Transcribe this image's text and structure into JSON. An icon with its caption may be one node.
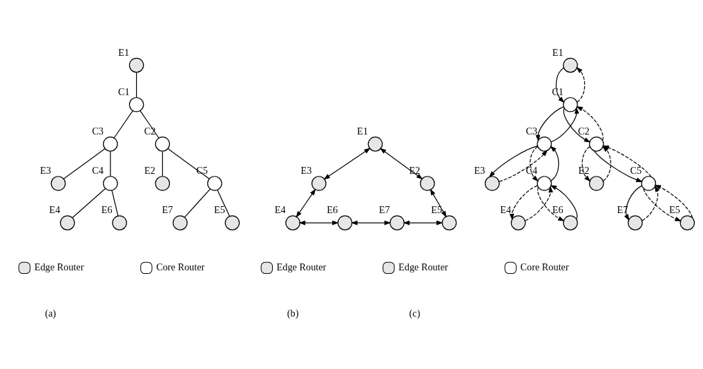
{
  "diagram": {
    "nodes": [
      {
        "text": [],
        "shape": "circle",
        "beside": [
          "E1"
        ]
      },
      {
        "text": [],
        "shape": "circle",
        "beside": [
          "C1"
        ]
      },
      {
        "text": [],
        "shape": "circle",
        "beside": [
          "C3"
        ]
      },
      {
        "text": [],
        "shape": "circle",
        "beside": [
          "C2"
        ]
      },
      {
        "text": [],
        "shape": "circle",
        "beside": [
          "E3"
        ]
      },
      {
        "text": [],
        "shape": "circle",
        "beside": [
          "E2"
        ]
      },
      {
        "text": [],
        "shape": "circle",
        "beside": [
          "C4"
        ]
      },
      {
        "text": [],
        "shape": "circle",
        "beside": [
          "C5"
        ]
      },
      {
        "text": [],
        "shape": "circle",
        "beside": [
          "E4"
        ]
      },
      {
        "text": [],
        "shape": "circle",
        "beside": [
          "E6"
        ]
      },
      {
        "text": [],
        "shape": "circle",
        "beside": [
          "E7"
        ]
      },
      {
        "text": [],
        "shape": "circle",
        "beside": [
          "E5"
        ]
      },
      {
        "text": [],
        "shape": "circle",
        "beside": [
          "E1"
        ]
      },
      {
        "text": [],
        "shape": "circle",
        "beside": [
          "E3"
        ]
      },
      {
        "text": [],
        "shape": "circle",
        "beside": [
          "E2"
        ]
      },
      {
        "text": [],
        "shape": "circle",
        "beside": [
          "E4"
        ]
      },
      {
        "text": [],
        "shape": "circle",
        "beside": [
          "E6"
        ]
      },
      {
        "text": [],
        "shape": "circle",
        "beside": [
          "E7"
        ]
      },
      {
        "text": [],
        "shape": "circle",
        "beside": [
          "E5"
        ]
      },
      {
        "text": [],
        "shape": "circle",
        "beside": [
          "E1"
        ]
      },
      {
        "text": [],
        "shape": "circle",
        "beside": [
          "C1"
        ]
      },
      {
        "text": [],
        "shape": "circle",
        "beside": [
          "C3"
        ]
      },
      {
        "text": [],
        "shape": "circle",
        "beside": [
          "C2"
        ]
      },
      {
        "text": [],
        "shape": "circle",
        "beside": [
          "E3"
        ]
      },
      {
        "text": [],
        "shape": "circle",
        "beside": [
          "E2"
        ]
      },
      {
        "text": [],
        "shape": "circle",
        "beside": [
          "C4"
        ]
      },
      {
        "text": [],
        "shape": "circle",
        "beside": [
          "C5"
        ]
      },
      {
        "text": [],
        "shape": "circle",
        "beside": [
          "E4"
        ]
      },
      {
        "text": [],
        "shape": "circle",
        "beside": [
          "E6"
        ]
      },
      {
        "text": [],
        "shape": "circle",
        "beside": [
          "E7"
        ]
      },
      {
        "text": [],
        "shape": "circle",
        "beside": [
          "E5"
        ]
      }
    ],
    "edges": [
      {
        "from": 0,
        "to": 1,
        "arrow": "none"
      },
      {
        "from": 1,
        "to": 2,
        "arrow": "none"
      },
      {
        "from": 1,
        "to": 3,
        "arrow": "none"
      },
      {
        "from": 2,
        "to": 4,
        "arrow": "none"
      },
      {
        "from": 2,
        "to": 6,
        "arrow": "none"
      },
      {
        "from": 3,
        "to": 5,
        "arrow": "none"
      },
      {
        "from": 3,
        "to": 7,
        "arrow": "none"
      },
      {
        "from": 6,
        "to": 8,
        "arrow": "none"
      },
      {
        "from": 6,
        "to": 9,
        "arrow": "none"
      },
      {
        "from": 7,
        "to": 10,
        "arrow": "none"
      },
      {
        "from": 7,
        "to": 11,
        "arrow": "none"
      },
      {
        "from": 12,
        "to": 13,
        "arrow": "both"
      },
      {
        "from": 12,
        "to": 14,
        "arrow": "both"
      },
      {
        "from": 13,
        "to": 15,
        "arrow": "both"
      },
      {
        "from": 15,
        "to": 16,
        "arrow": "both"
      },
      {
        "from": 16,
        "to": 17,
        "arrow": "both"
      },
      {
        "from": 14,
        "to": 18,
        "arrow": "both"
      },
      {
        "from": 17,
        "to": 18,
        "arrow": "both"
      },
      {
        "from": 19,
        "to": 20,
        "arrow": "to"
      },
      {
        "from": 20,
        "to": 19,
        "arrow": "to",
        "style": "dashed"
      },
      {
        "from": 20,
        "to": 21,
        "arrow": "to"
      },
      {
        "from": 21,
        "to": 20,
        "arrow": "to"
      },
      {
        "from": 20,
        "to": 22,
        "arrow": "to"
      },
      {
        "from": 22,
        "to": 20,
        "arrow": "to",
        "style": "dashed"
      },
      {
        "from": 21,
        "to": 23,
        "arrow": "to"
      },
      {
        "from": 23,
        "to": 21,
        "arrow": "to",
        "style": "dashed"
      },
      {
        "from": 21,
        "to": 25,
        "arrow": "to",
        "style": "dashed"
      },
      {
        "from": 25,
        "to": 21,
        "arrow": "to"
      },
      {
        "from": 22,
        "to": 24,
        "arrow": "to",
        "style": "dashed"
      },
      {
        "from": 24,
        "to": 22,
        "arrow": "to",
        "style": "dashed"
      },
      {
        "from": 22,
        "to": 26,
        "arrow": "to"
      },
      {
        "from": 26,
        "to": 22,
        "arrow": "to",
        "style": "dashed"
      },
      {
        "from": 25,
        "to": 27,
        "arrow": "to",
        "style": "dashed"
      },
      {
        "from": 27,
        "to": 25,
        "arrow": "to",
        "style": "dashed"
      },
      {
        "from": 25,
        "to": 28,
        "arrow": "to",
        "style": "dashed"
      },
      {
        "from": 28,
        "to": 25,
        "arrow": "to"
      },
      {
        "from": 26,
        "to": 29,
        "arrow": "to"
      },
      {
        "from": 29,
        "to": 26,
        "arrow": "to",
        "style": "dashed"
      },
      {
        "from": 26,
        "to": 30,
        "arrow": "to",
        "style": "dashed"
      },
      {
        "from": 30,
        "to": 26,
        "arrow": "to",
        "style": "dashed"
      }
    ],
    "labels": [
      "(a)",
      "(b)",
      "(c)"
    ],
    "legend": [
      {
        "text": "Edge Router",
        "color": "#e6e6e6"
      },
      {
        "text": "Core Router",
        "color": "#ffffff"
      },
      {
        "text": "Edge Router",
        "color": "#e6e6e6"
      },
      {
        "text": "Edge Router",
        "color": "#e6e6e6"
      },
      {
        "text": "Core Router",
        "color": "#ffffff"
      }
    ]
  }
}
